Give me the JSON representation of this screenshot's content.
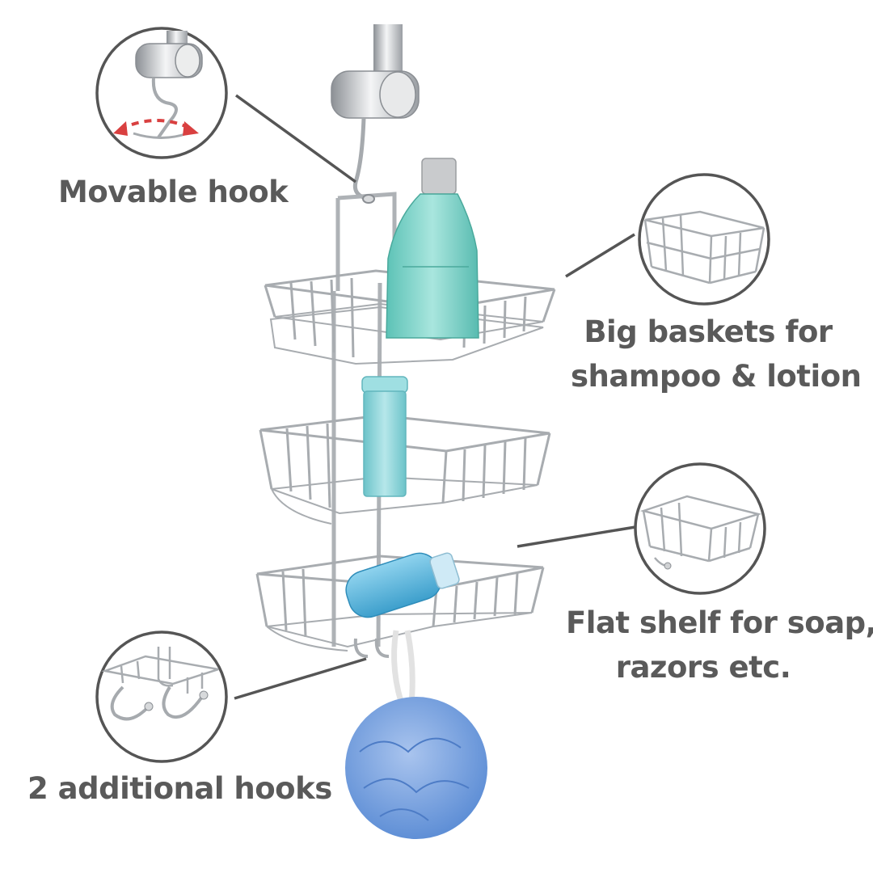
{
  "labels": {
    "movable_hook": "Movable hook",
    "big_baskets": [
      "Big baskets for",
      "shampoo & lotion"
    ],
    "flat_shelf": [
      "Flat shelf for soap,",
      "razors etc."
    ],
    "additional_hooks": "2 additional hooks"
  },
  "colors": {
    "text": "#5a5a5a",
    "callout_line": "#555555",
    "chrome": "#b9bcc0",
    "bottle": "#7fd3c8",
    "tube": "#8fd2d6",
    "soap": "#5fb8dc",
    "sponge": "#7aa3dc",
    "arrow": "#d94040"
  }
}
